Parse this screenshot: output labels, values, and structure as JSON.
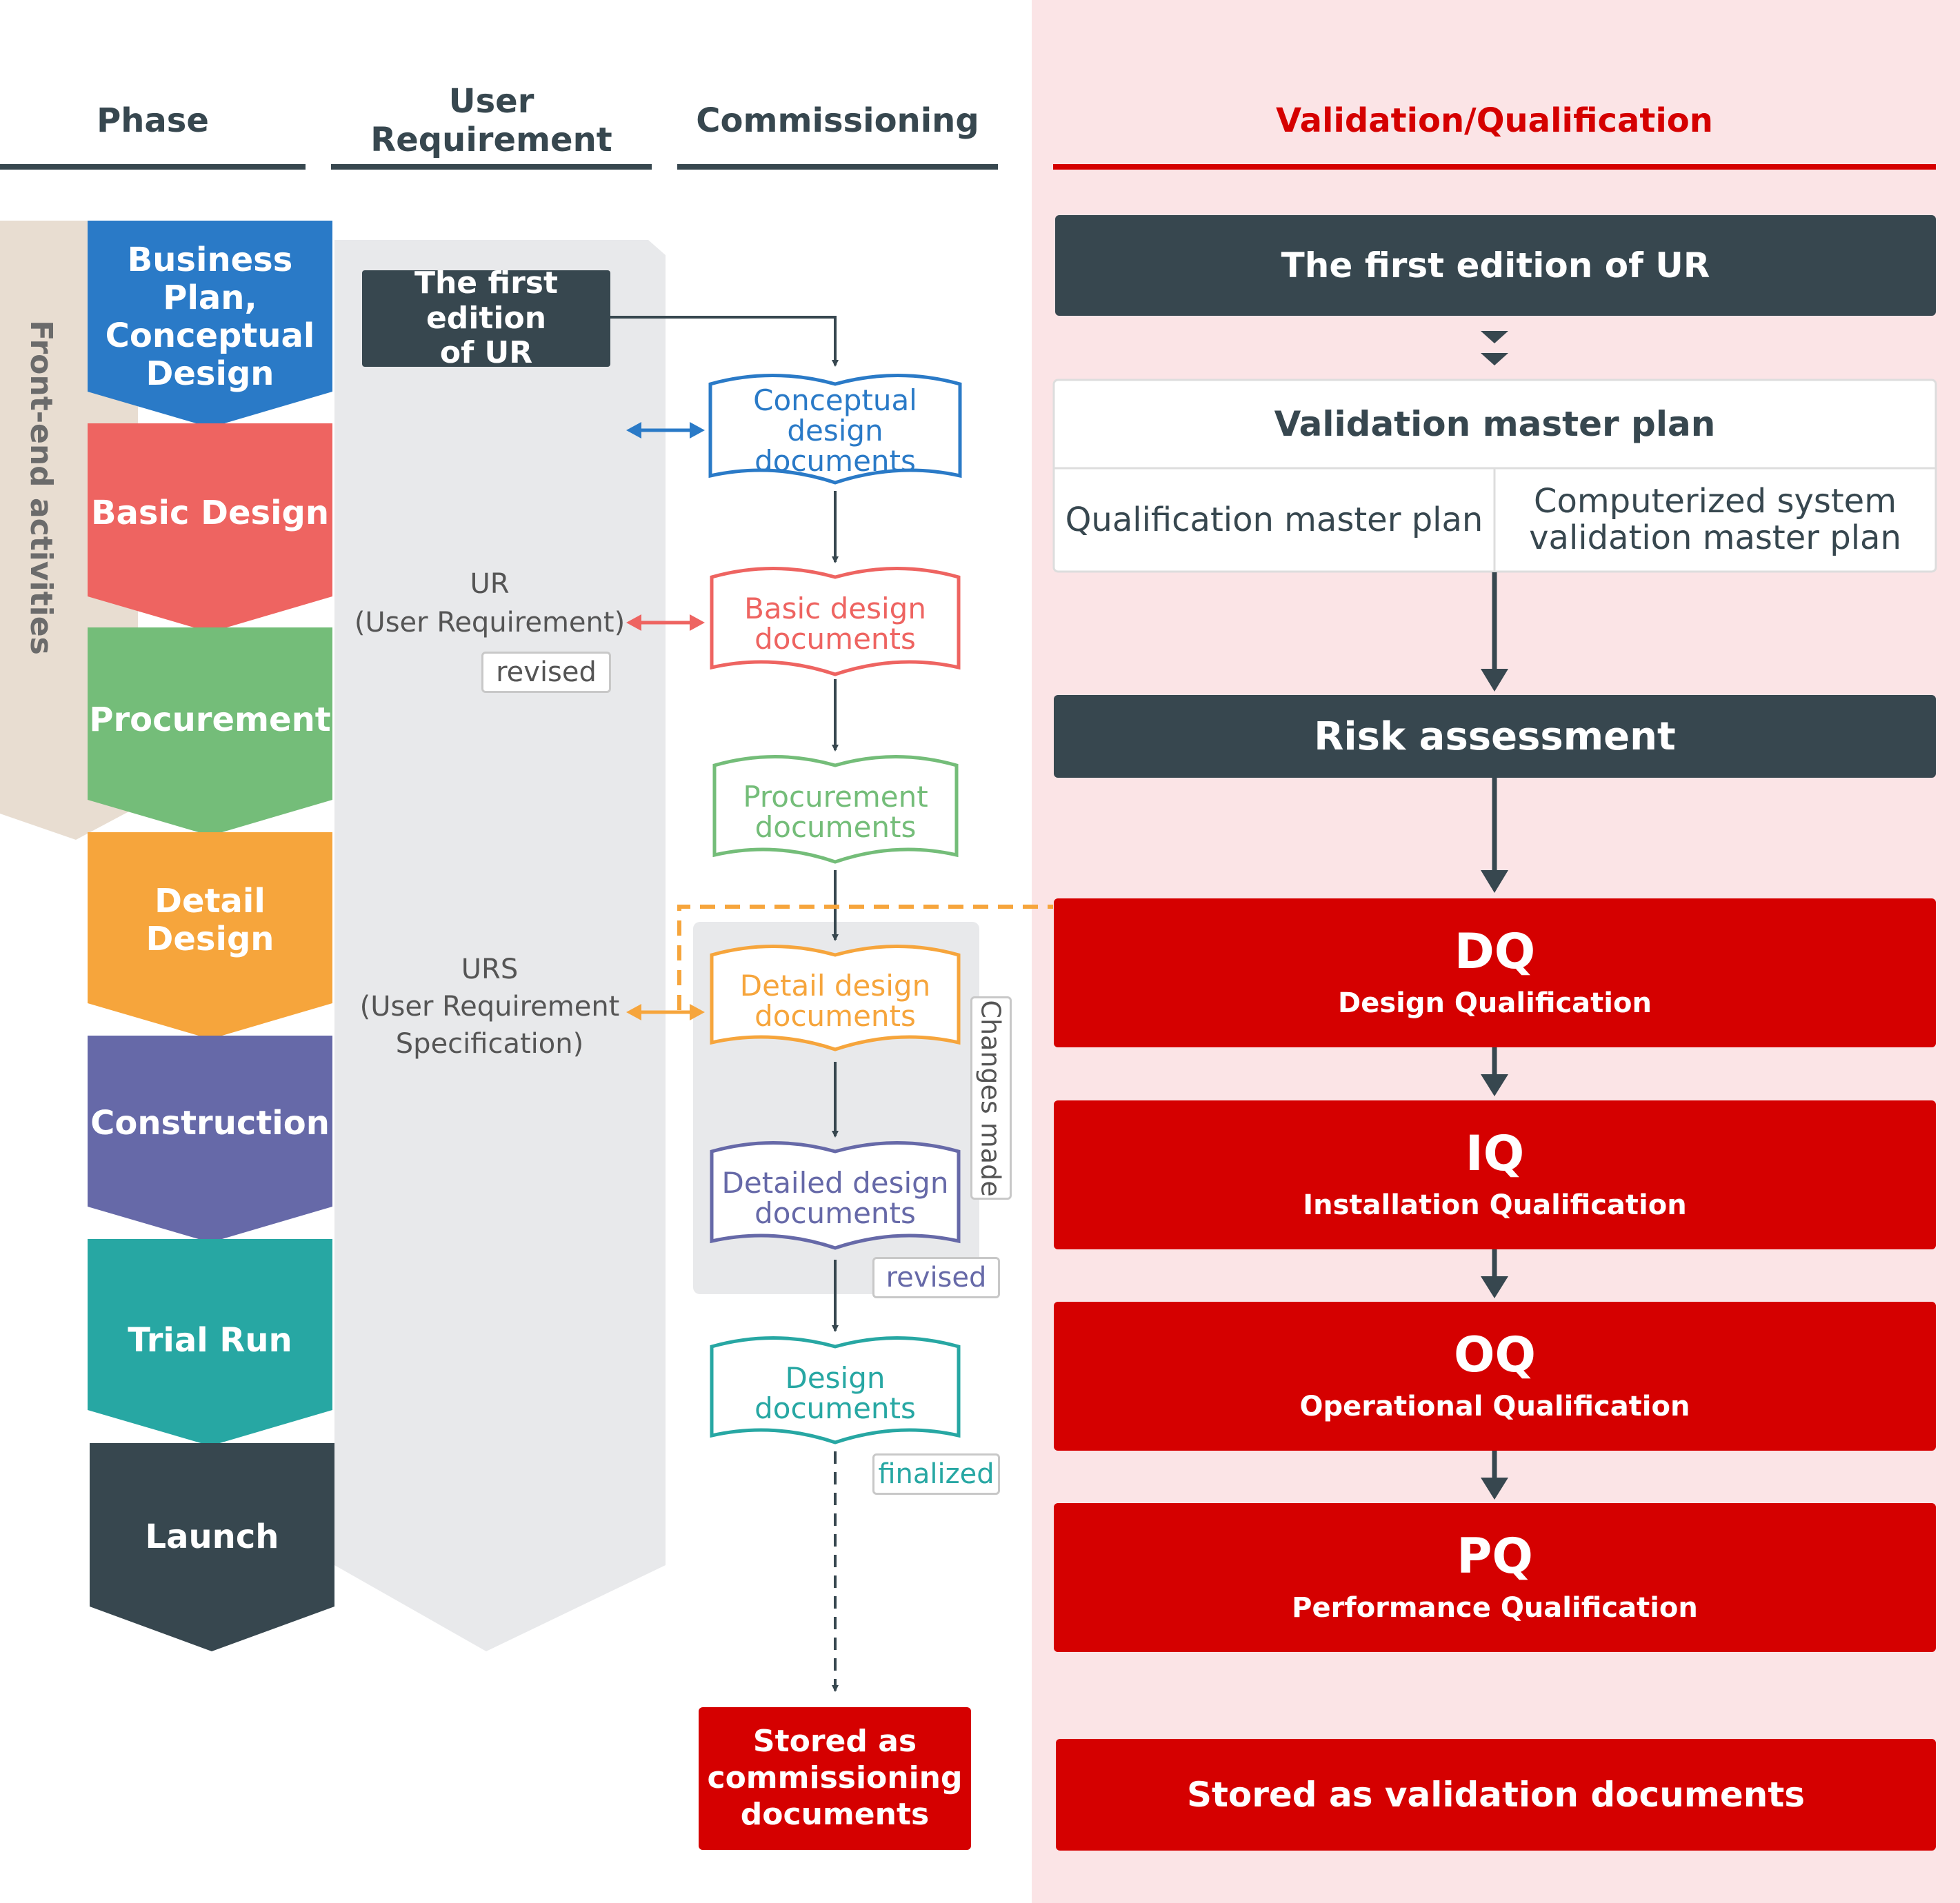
{
  "headers": {
    "phase": "Phase",
    "user_requirement": "User Requirement",
    "commissioning": "Commissioning",
    "validation": "Validation/Qualification"
  },
  "front_end": "Front-end activities",
  "phases": [
    "Business Plan,\nConceptual\nDesign",
    "Basic Design",
    "Procurement",
    "Detail Design",
    "Construction",
    "Trial Run",
    "Launch"
  ],
  "ur": {
    "first_edition": "The first edition\nof UR",
    "ur_label": "UR\n(User Requirement)",
    "revised": "revised",
    "urs_label": "URS\n(User Requirement\nSpecification)"
  },
  "commissioning": {
    "docs": [
      "Conceptual design\ndocuments",
      "Basic design\ndocuments",
      "Procurement\ndocuments",
      "Detail design\ndocuments",
      "Detailed design\ndocuments",
      "Design\ndocuments"
    ],
    "changes_made": "Changes made",
    "revised": "revised",
    "finalized": "finalized",
    "stored": "Stored as\ncommissioning\ndocuments"
  },
  "validation": {
    "first_edition": "The first edition of UR",
    "master_plan": "Validation master plan",
    "qualification_plan": "Qualification master plan",
    "cs_plan": "Computerized system\nvalidation master plan",
    "risk": "Risk assessment",
    "stages": [
      {
        "abbr": "DQ",
        "name": "Design Qualification"
      },
      {
        "abbr": "IQ",
        "name": "Installation Qualification"
      },
      {
        "abbr": "OQ",
        "name": "Operational Qualification"
      },
      {
        "abbr": "PQ",
        "name": "Performance Qualification"
      }
    ],
    "stored": "Stored as validation documents"
  },
  "colors": {
    "dark": "#37474f",
    "red": "#d50000",
    "pink": "#fbe4e6",
    "gray_panel": "#e8e9eb",
    "beige": "#e8ddd1",
    "phase_colors": [
      "#2a7ac7",
      "#ee6461",
      "#74bd79",
      "#f6a53c",
      "#6669a8",
      "#27a7a3",
      "#37474f"
    ],
    "doc_colors": [
      "#2a7ac7",
      "#ee6461",
      "#74bd79",
      "#f6a53c",
      "#6669a8",
      "#27a7a3"
    ],
    "tag_colors": [
      "#555555",
      "#6669a8",
      "#27a7a3"
    ]
  }
}
